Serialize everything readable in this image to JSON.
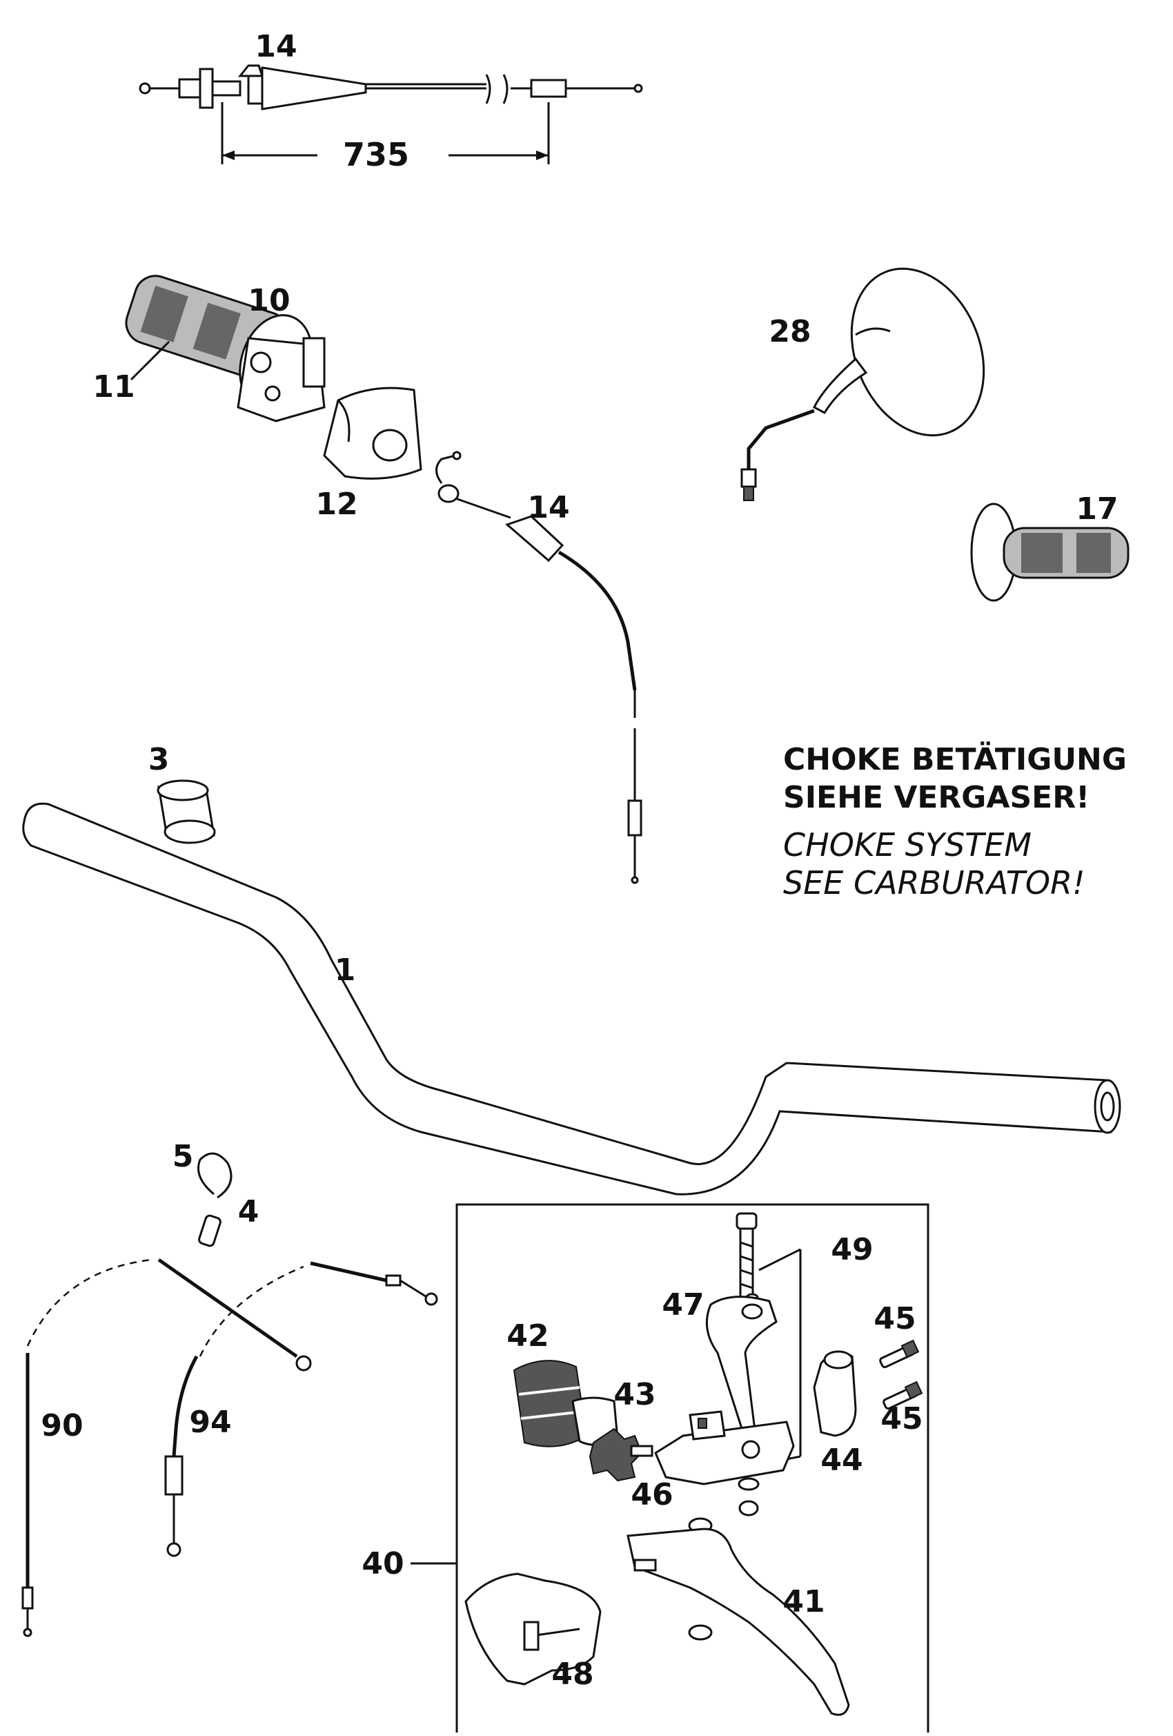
{
  "labels": {
    "p14_top": "14",
    "dim_735": "735",
    "p10": "10",
    "p11": "11",
    "p12": "12",
    "p14_mid": "14",
    "p28": "28",
    "p17": "17",
    "p3": "3",
    "p1": "1",
    "p5": "5",
    "p4": "4",
    "p90": "90",
    "p94": "94",
    "p49": "49",
    "p47": "47",
    "p45a": "45",
    "p45b": "45",
    "p42": "42",
    "p43": "43",
    "p44": "44",
    "p46": "46",
    "p40": "40",
    "p41": "41",
    "p48": "48"
  },
  "note": {
    "de_line1": "CHOKE BETÄTIGUNG",
    "de_line2": "SIEHE VERGASER!",
    "en_line1": "CHOKE SYSTEM",
    "en_line2": "SEE CARBURATOR!"
  }
}
